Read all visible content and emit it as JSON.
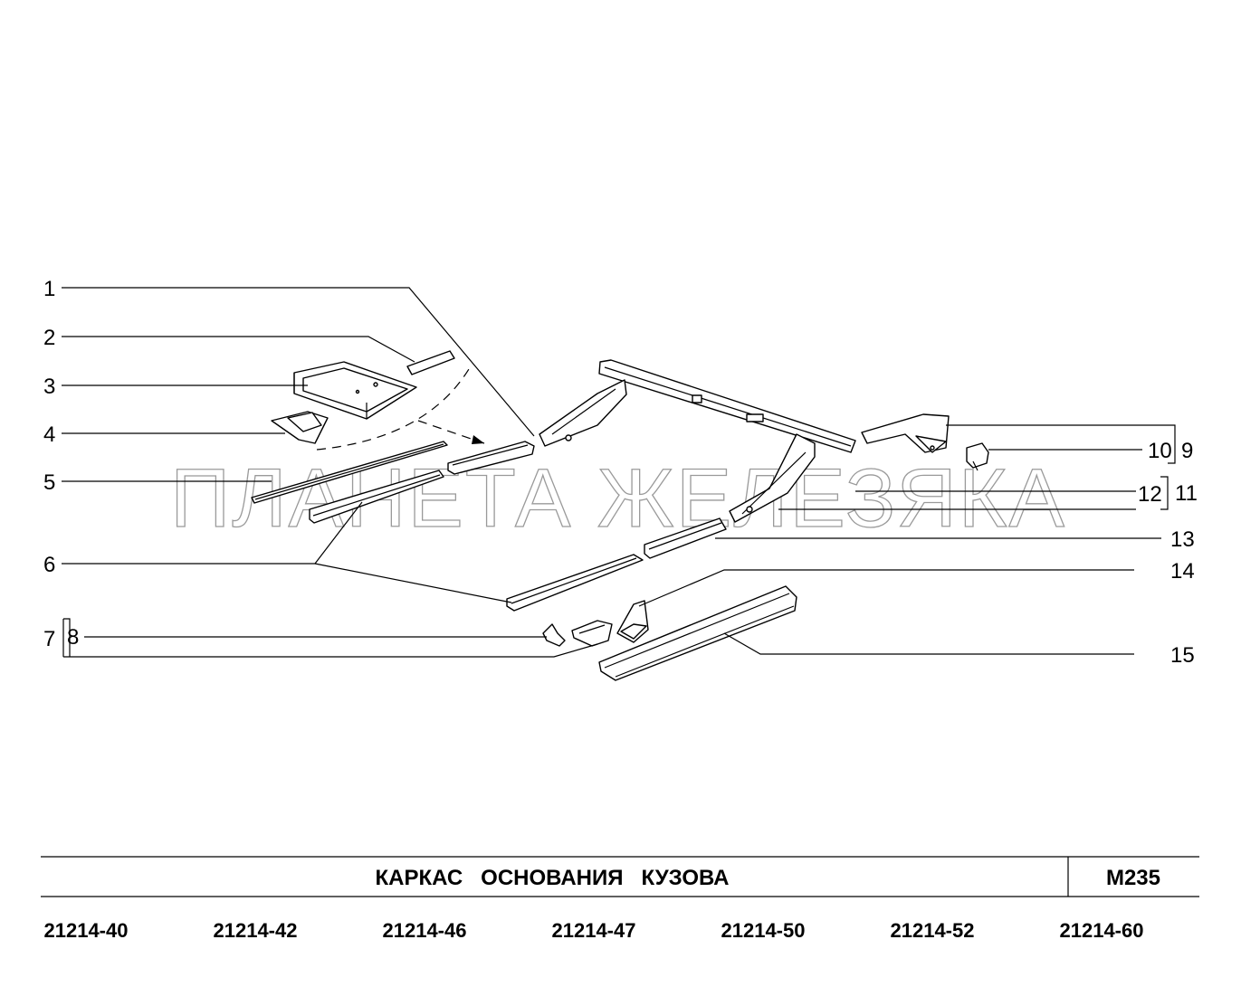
{
  "watermark": "ПЛАНЕТА ЖЕЛЕЗЯКА",
  "title": "КАРКАС   ОСНОВАНИЯ   КУЗОВА",
  "code": "M235",
  "callouts": {
    "c1": "1",
    "c2": "2",
    "c3": "3",
    "c4": "4",
    "c5": "5",
    "c6": "6",
    "c7": "7",
    "c8": "8",
    "c9": "9",
    "c10": "10",
    "c11": "11",
    "c12": "12",
    "c13": "13",
    "c14": "14",
    "c15": "15"
  },
  "models": [
    "21214-40",
    "21214-42",
    "21214-46",
    "21214-47",
    "21214-50",
    "21214-52",
    "21214-60"
  ]
}
